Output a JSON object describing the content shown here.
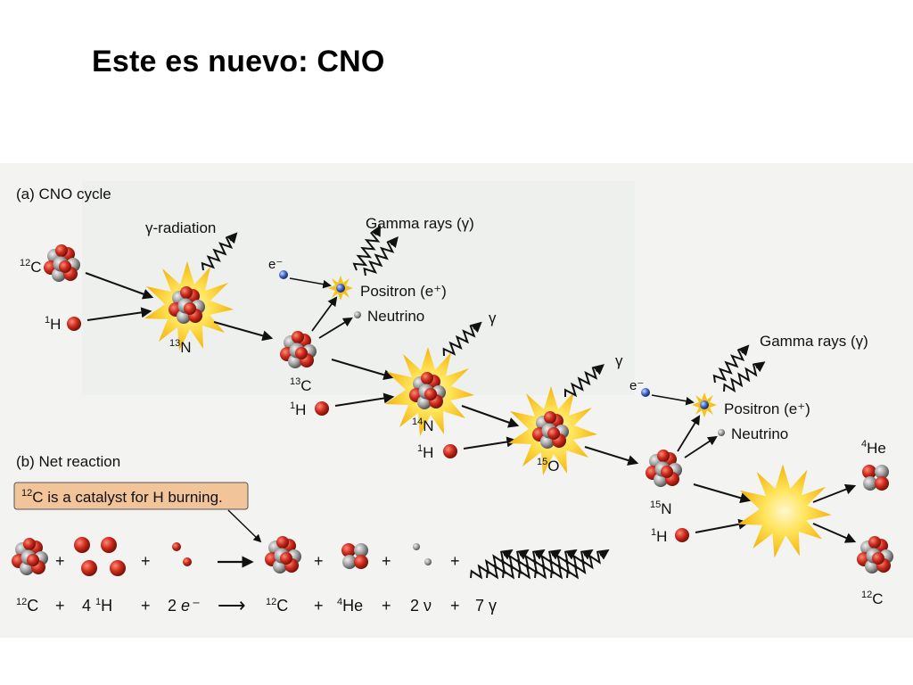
{
  "slide": {
    "title": "Este es nuevo: CNO"
  },
  "figure": {
    "panel_a": {
      "heading": "(a)  CNO cycle",
      "gamma_radiation": "γ-radiation",
      "gamma_rays_1": "Gamma rays (γ)",
      "electron_1": "e⁻",
      "positron_1": "Positron (e⁺)",
      "neutrino_1": "Neutrino",
      "gamma_1": "γ",
      "gamma_2": "γ",
      "gamma_rays_2": "Gamma rays (γ)",
      "electron_2": "e⁻",
      "positron_2": "Positron (e⁺)",
      "neutrino_2": "Neutrino",
      "nuclei": {
        "c12": {
          "mass": "12",
          "symbol": "C"
        },
        "h1_a": {
          "mass": "1",
          "symbol": "H"
        },
        "n13": {
          "mass": "13",
          "symbol": "N"
        },
        "c13": {
          "mass": "13",
          "symbol": "C"
        },
        "h1_b": {
          "mass": "1",
          "symbol": "H"
        },
        "n14": {
          "mass": "14",
          "symbol": "N"
        },
        "h1_c": {
          "mass": "1",
          "symbol": "H"
        },
        "o15": {
          "mass": "15",
          "symbol": "O"
        },
        "n15": {
          "mass": "15",
          "symbol": "N"
        },
        "h1_d": {
          "mass": "1",
          "symbol": "H"
        },
        "he4": {
          "mass": "4",
          "symbol": "He"
        },
        "c12_out": {
          "mass": "12",
          "symbol": "C"
        }
      }
    },
    "panel_b": {
      "heading": "(b)  Net reaction",
      "catalyst_mass": "12",
      "catalyst_text": "C is a catalyst for H burning.",
      "equation": {
        "c12": {
          "mass": "12",
          "symbol": "C"
        },
        "plus1": "+",
        "h_coef": "4",
        "h": {
          "mass": "1",
          "symbol": "H"
        },
        "plus2": "+",
        "e_coef": "2",
        "e": "e⁻",
        "arrow": "⟶",
        "c12_out": {
          "mass": "12",
          "symbol": "C"
        },
        "plus3": "+",
        "he4": {
          "mass": "4",
          "symbol": "He"
        },
        "plus4": "+",
        "nu": "2 ν",
        "plus5": "+",
        "gamma": "7 γ"
      },
      "pictorial_plus": "+"
    }
  },
  "colors": {
    "proton": "#c0271c",
    "neutron": "#9a9a9a",
    "burst": "#f7c21b",
    "callout_bg": "#f2c49a",
    "page_bg": "#f3f4f2"
  }
}
